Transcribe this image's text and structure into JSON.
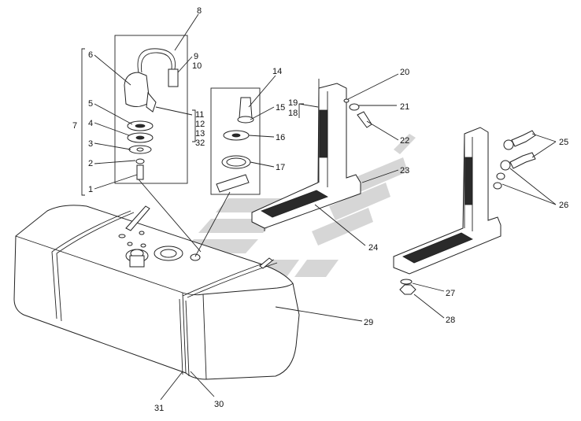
{
  "diagram": {
    "callouts": [
      "1",
      "2",
      "3",
      "4",
      "5",
      "6",
      "7",
      "8",
      "9",
      "10",
      "11",
      "12",
      "13",
      "14",
      "15",
      "16",
      "17",
      "18",
      "19",
      "20",
      "21",
      "22",
      "23",
      "24",
      "25",
      "26",
      "27",
      "28",
      "29",
      "30",
      "31",
      "32"
    ],
    "watermark": "manufacturer-logo"
  }
}
